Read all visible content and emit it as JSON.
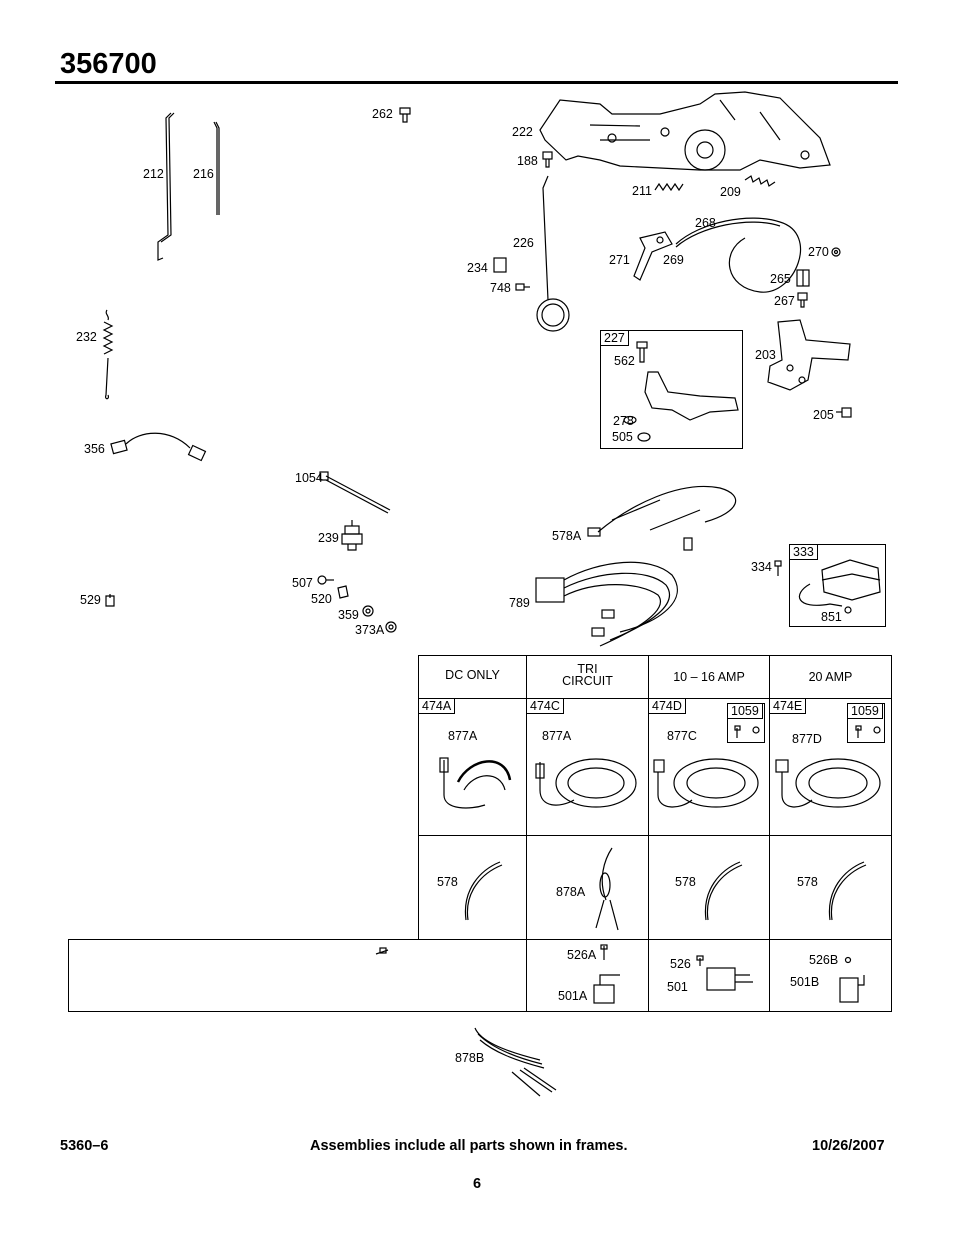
{
  "header": {
    "model_number": "356700"
  },
  "labels": {
    "p262": "262",
    "p222": "222",
    "p188": "188",
    "p212": "212",
    "p216": "216",
    "p211": "211",
    "p209": "209",
    "p268": "268",
    "p226": "226",
    "p234": "234",
    "p271": "271",
    "p269": "269",
    "p270": "270",
    "p265": "265",
    "p748": "748",
    "p267": "267",
    "p232": "232",
    "p227": "227",
    "p562": "562",
    "p203": "203",
    "p278": "278",
    "p505": "505",
    "p205": "205",
    "p356": "356",
    "p1054": "1054",
    "p578A": "578A",
    "p239": "239",
    "p333": "333",
    "p334": "334",
    "p507": "507",
    "p529": "529",
    "p520": "520",
    "p359": "359",
    "p373A": "373A",
    "p789": "789",
    "p851": "851"
  },
  "alternator_table": {
    "headers": {
      "dc_only": "DC ONLY",
      "tri_circuit_line1": "TRI",
      "tri_circuit_line2": "CIRCUIT",
      "amp_10_16": "10 – 16 AMP",
      "amp_20": "20 AMP"
    },
    "assembly_tags": {
      "a": "474A",
      "c": "474C",
      "d": "474D",
      "e": "474E"
    },
    "kit_tags": {
      "d": "1059",
      "e": "1059"
    },
    "stator_labels": {
      "a": "877A",
      "c": "877A",
      "d": "877C",
      "e": "877D"
    },
    "lead_labels": {
      "a": "578",
      "c": "878A",
      "d": "578",
      "e": "578"
    },
    "regulator_labels": {
      "c_screw": "526A",
      "c_reg": "501A",
      "d_screw": "526",
      "d_reg": "501",
      "e_screw": "526B",
      "e_reg": "501B"
    }
  },
  "p878B": "878B",
  "footer": {
    "left": "5360–6",
    "center": "Assemblies include all parts shown in frames.",
    "right": "10/26/2007",
    "page_number": "6"
  }
}
